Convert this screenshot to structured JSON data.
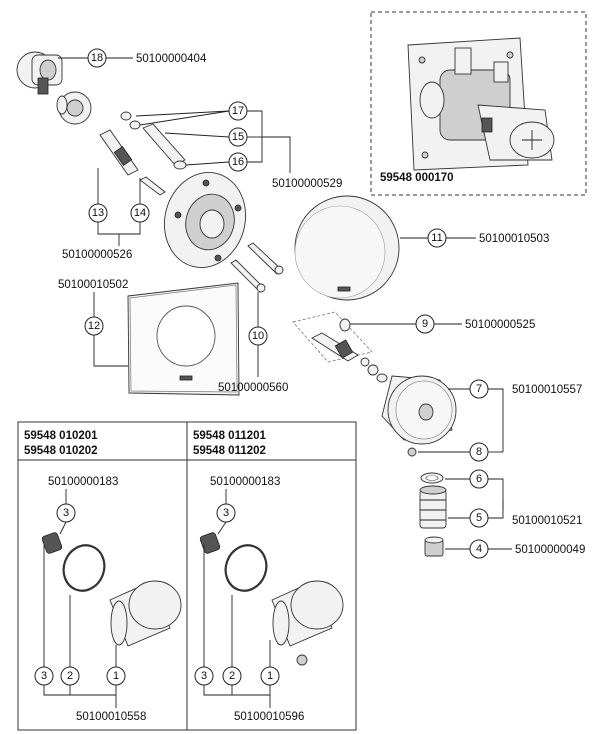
{
  "inset": {
    "code": "59548 000170"
  },
  "callouts": {
    "c18": {
      "num": "18",
      "part": "50100000404"
    },
    "c17": {
      "num": "17"
    },
    "c15": {
      "num": "15"
    },
    "c16": {
      "num": "16"
    },
    "c17_16_15_part": "50100000529",
    "c13": {
      "num": "13"
    },
    "c14": {
      "num": "14"
    },
    "c13_14_part": "50100000526",
    "c11": {
      "num": "11",
      "part": "50100010503"
    },
    "c12": {
      "num": "12",
      "part": "50100010502"
    },
    "c10": {
      "num": "10",
      "part": "50100000560"
    },
    "c9": {
      "num": "9",
      "part": "50100000525"
    },
    "c7": {
      "num": "7"
    },
    "c8": {
      "num": "8"
    },
    "c7_8_part": "50100010557",
    "c6": {
      "num": "6"
    },
    "c5": {
      "num": "5"
    },
    "c6_5_part": "50100010521",
    "c4": {
      "num": "4",
      "part": "50100000049"
    }
  },
  "box_left": {
    "code_line1": "59548 010201",
    "code_line2": "59548 010202",
    "top_part": "50100000183",
    "c3_top": "3",
    "c3": "3",
    "c2": "2",
    "c1": "1",
    "bottom_part": "50100010558"
  },
  "box_right": {
    "code_line1": "59548 011201",
    "code_line2": "59548 011202",
    "top_part": "50100000183",
    "c3_top": "3",
    "c3": "3",
    "c2": "2",
    "c1": "1",
    "bottom_part": "50100010596"
  }
}
